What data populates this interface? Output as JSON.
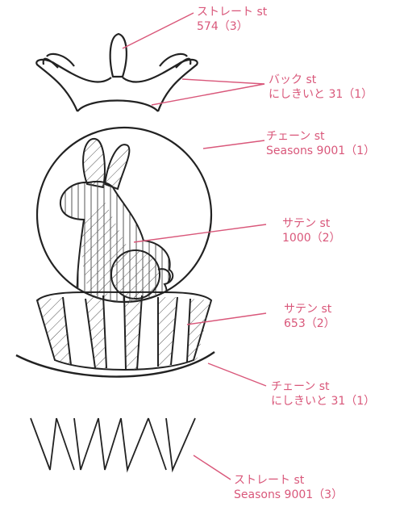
{
  "colors": {
    "accent": "#d9577a",
    "outline": "#222222",
    "hatch": "#555555"
  },
  "annotations": [
    {
      "id": "straight-1",
      "line1": "ストレート st",
      "line2": "574（3）"
    },
    {
      "id": "back",
      "line1": "バック st",
      "line2": "にしきいと 31（1）"
    },
    {
      "id": "chain-1",
      "line1": "チェーン st",
      "line2": "Seasons 9001（1）"
    },
    {
      "id": "satin-1",
      "line1": "サテン st",
      "line2": "1000（2）"
    },
    {
      "id": "satin-2",
      "line1": "サテン st",
      "line2": "653（2）"
    },
    {
      "id": "chain-2",
      "line1": "チェーン st",
      "line2": "にしきいと 31（1）"
    },
    {
      "id": "straight-2",
      "line1": "ストレート st",
      "line2": "Seasons 9001（3）"
    }
  ]
}
